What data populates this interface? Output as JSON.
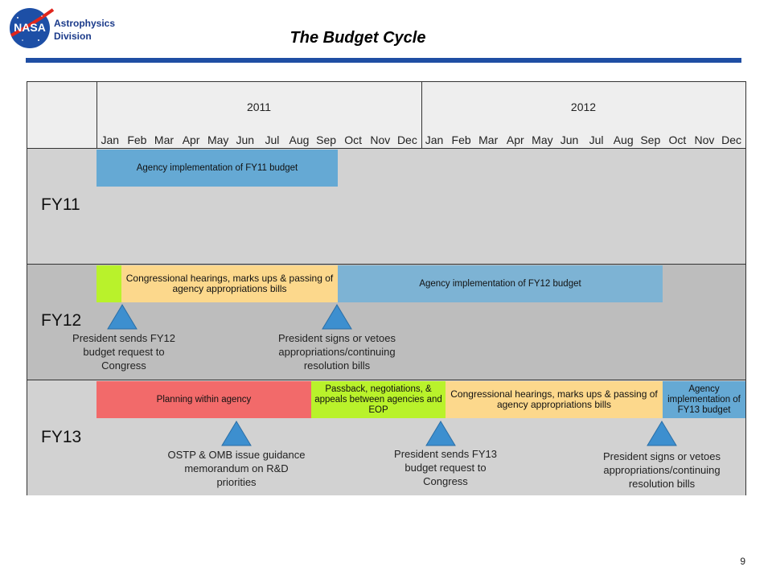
{
  "header": {
    "division_line1": "Astrophysics",
    "division_line2": "Division",
    "title": "The Budget Cycle"
  },
  "colors": {
    "rule": "#1f4ea3",
    "blue_bar": "#65a9d4",
    "yellow_bar": "#fcd88c",
    "green_bar": "#b9f22b",
    "red_bar": "#f26a6a",
    "triangle": "#3d8fcf"
  },
  "timeline": {
    "years": [
      "2011",
      "2012"
    ],
    "months": [
      "Jan",
      "Feb",
      "Mar",
      "Apr",
      "May",
      "Jun",
      "Jul",
      "Aug",
      "Sep",
      "Oct",
      "Nov",
      "Dec",
      "Jan",
      "Feb",
      "Mar",
      "Apr",
      "May",
      "Jun",
      "Jul",
      "Aug",
      "Sep",
      "Oct",
      "Nov",
      "Dec"
    ]
  },
  "rows": [
    {
      "label": "FY11",
      "bars": [
        {
          "text": "Agency implementation of FY11 budget",
          "color": "blue"
        }
      ],
      "milestones": []
    },
    {
      "label": "FY12",
      "bars": [
        {
          "text": "",
          "color": "green"
        },
        {
          "text": "Congressional hearings, marks ups & passing of agency appropriations bills",
          "color": "yellow"
        },
        {
          "text": "Agency implementation of FY12 budget",
          "color": "blue"
        }
      ],
      "milestones": [
        {
          "text": "President sends FY12 budget request to Congress"
        },
        {
          "text": "President signs or vetoes appropriations/continuing resolution bills"
        }
      ]
    },
    {
      "label": "FY13",
      "bars": [
        {
          "text": "Planning within agency",
          "color": "red"
        },
        {
          "text": "Passback, negotiations, & appeals between agencies and EOP",
          "color": "green"
        },
        {
          "text": "Congressional hearings, marks ups & passing of agency appropriations bills",
          "color": "yellow"
        },
        {
          "text": "Agency implementation of FY13 budget",
          "color": "blue"
        }
      ],
      "milestones": [
        {
          "text": "OSTP & OMB issue guidance memorandum on R&D priorities"
        },
        {
          "text": "President sends FY13 budget request to Congress"
        },
        {
          "text": "President signs or vetoes appropriations/continuing resolution bills"
        }
      ]
    }
  ],
  "footer": {
    "page_number": "9"
  }
}
